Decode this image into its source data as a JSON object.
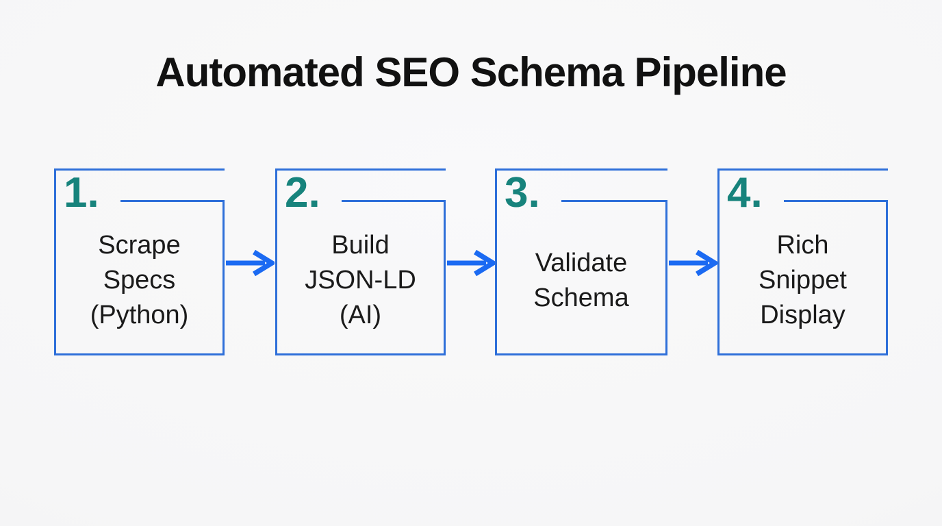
{
  "title": "Automated SEO Schema Pipeline",
  "steps": [
    {
      "number": "1.",
      "label": "Scrape\nSpecs\n(Python)"
    },
    {
      "number": "2.",
      "label": "Build\nJSON-LD\n(AI)"
    },
    {
      "number": "3.",
      "label": "Validate\nSchema"
    },
    {
      "number": "4.",
      "label": "Rich\nSnippet\nDisplay"
    }
  ],
  "icons": [
    {
      "name": "right-arrow-icon",
      "glyph": "→"
    }
  ],
  "colors": {
    "box_border": "#2e6fd9",
    "arrow": "#1b6af2",
    "number": "#17837c",
    "text": "#1a1a1a",
    "title": "#111111",
    "background": "#f7f7f8"
  }
}
